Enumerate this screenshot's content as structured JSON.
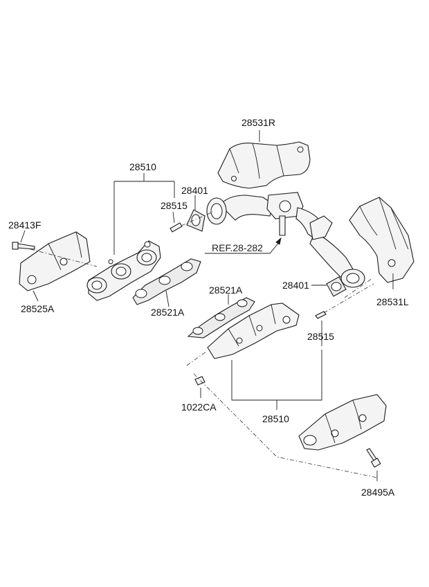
{
  "labels": {
    "heat_protector_right": "28531R",
    "manifold_left_top": "28510",
    "gasket_pipe_upper": "28401",
    "stud_upper": "28515",
    "bolt_left": "28413F",
    "protector_left": "28525A",
    "gasket_left": "28521A",
    "reference": "REF.28-282",
    "gasket_pipe_lower": "28401",
    "heat_protector_left": "28531L",
    "gasket_right": "28521A",
    "stud_lower": "28515",
    "nut": "1022CA",
    "manifold_right_bottom": "28510",
    "bolt_right": "28495A"
  }
}
